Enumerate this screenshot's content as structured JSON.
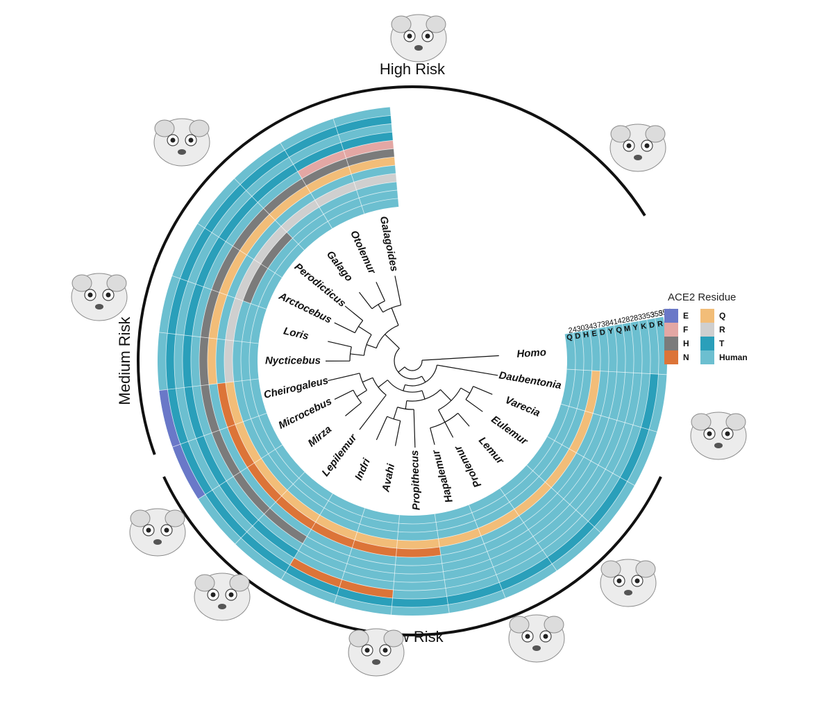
{
  "risk_labels": {
    "high": "High Risk",
    "medium": "Medium Risk",
    "low": "Low Risk"
  },
  "legend": {
    "title": "ACE2 Residue",
    "items": [
      {
        "key": "E",
        "label": "E",
        "color": "#6a78c8"
      },
      {
        "key": "F",
        "label": "F",
        "color": "#e3a7a4"
      },
      {
        "key": "H",
        "label": "H",
        "color": "#7b7b7b"
      },
      {
        "key": "N",
        "label": "N",
        "color": "#dc7438"
      },
      {
        "key": "Q",
        "label": "Q",
        "color": "#f2bd78"
      },
      {
        "key": "R",
        "label": "R",
        "color": "#cfcfcf"
      },
      {
        "key": "T",
        "label": "T",
        "color": "#2a9fba"
      },
      {
        "key": "Human",
        "label": "Human",
        "color": "#6cbfd0"
      }
    ]
  },
  "residue_rows": [
    {
      "position": "24",
      "residue": "Q"
    },
    {
      "position": "30",
      "residue": "D"
    },
    {
      "position": "34",
      "residue": "H"
    },
    {
      "position": "37",
      "residue": "E"
    },
    {
      "position": "38",
      "residue": "D"
    },
    {
      "position": "41",
      "residue": "Y"
    },
    {
      "position": "42",
      "residue": "Q"
    },
    {
      "position": "82",
      "residue": "M"
    },
    {
      "position": "83",
      "residue": "Y"
    },
    {
      "position": "353",
      "residue": "K"
    },
    {
      "position": "355",
      "residue": "D"
    },
    {
      "position": "357",
      "residue": "R"
    }
  ],
  "taxa": [
    "Homo",
    "Daubentonia",
    "Varecia",
    "Eulemur",
    "Lemur",
    "Prolemur",
    "Hapalemur",
    "Propithecus",
    "Avahi",
    "Indri",
    "Lepilemur",
    "Mirza",
    "Microcebus",
    "Cheirogaleus",
    "Nycticebus",
    "Loris",
    "Arctocebus",
    "Perodicticus",
    "Galago",
    "Otolemur",
    "Galagoides"
  ],
  "overlays": [
    {
      "row": 3,
      "from": 1,
      "to": 6,
      "residue": "Q"
    },
    {
      "row": 10,
      "from": 1,
      "to": 6,
      "residue": "T"
    },
    {
      "row": 10,
      "from": 7,
      "to": 20,
      "residue": "T"
    },
    {
      "row": 3,
      "from": 7,
      "to": 13,
      "residue": "Q"
    },
    {
      "row": 4,
      "from": 7,
      "to": 13,
      "residue": "N"
    },
    {
      "row": 4,
      "from": 8,
      "to": 9,
      "residue": "N"
    },
    {
      "row": 9,
      "from": 8,
      "to": 9,
      "residue": "N"
    },
    {
      "row": 6,
      "from": 10,
      "to": 13,
      "residue": "H"
    },
    {
      "row": 8,
      "from": 10,
      "to": 20,
      "residue": "T"
    },
    {
      "row": 11,
      "from": 12,
      "to": 13,
      "residue": "E"
    },
    {
      "row": 3,
      "from": 14,
      "to": 20,
      "residue": "R"
    },
    {
      "row": 5,
      "from": 14,
      "to": 20,
      "residue": "Q"
    },
    {
      "row": 6,
      "from": 14,
      "to": 20,
      "residue": "H"
    },
    {
      "row": 2,
      "from": 16,
      "to": 17,
      "residue": "H"
    },
    {
      "row": 7,
      "from": 19,
      "to": 20,
      "residue": "F"
    }
  ]
}
